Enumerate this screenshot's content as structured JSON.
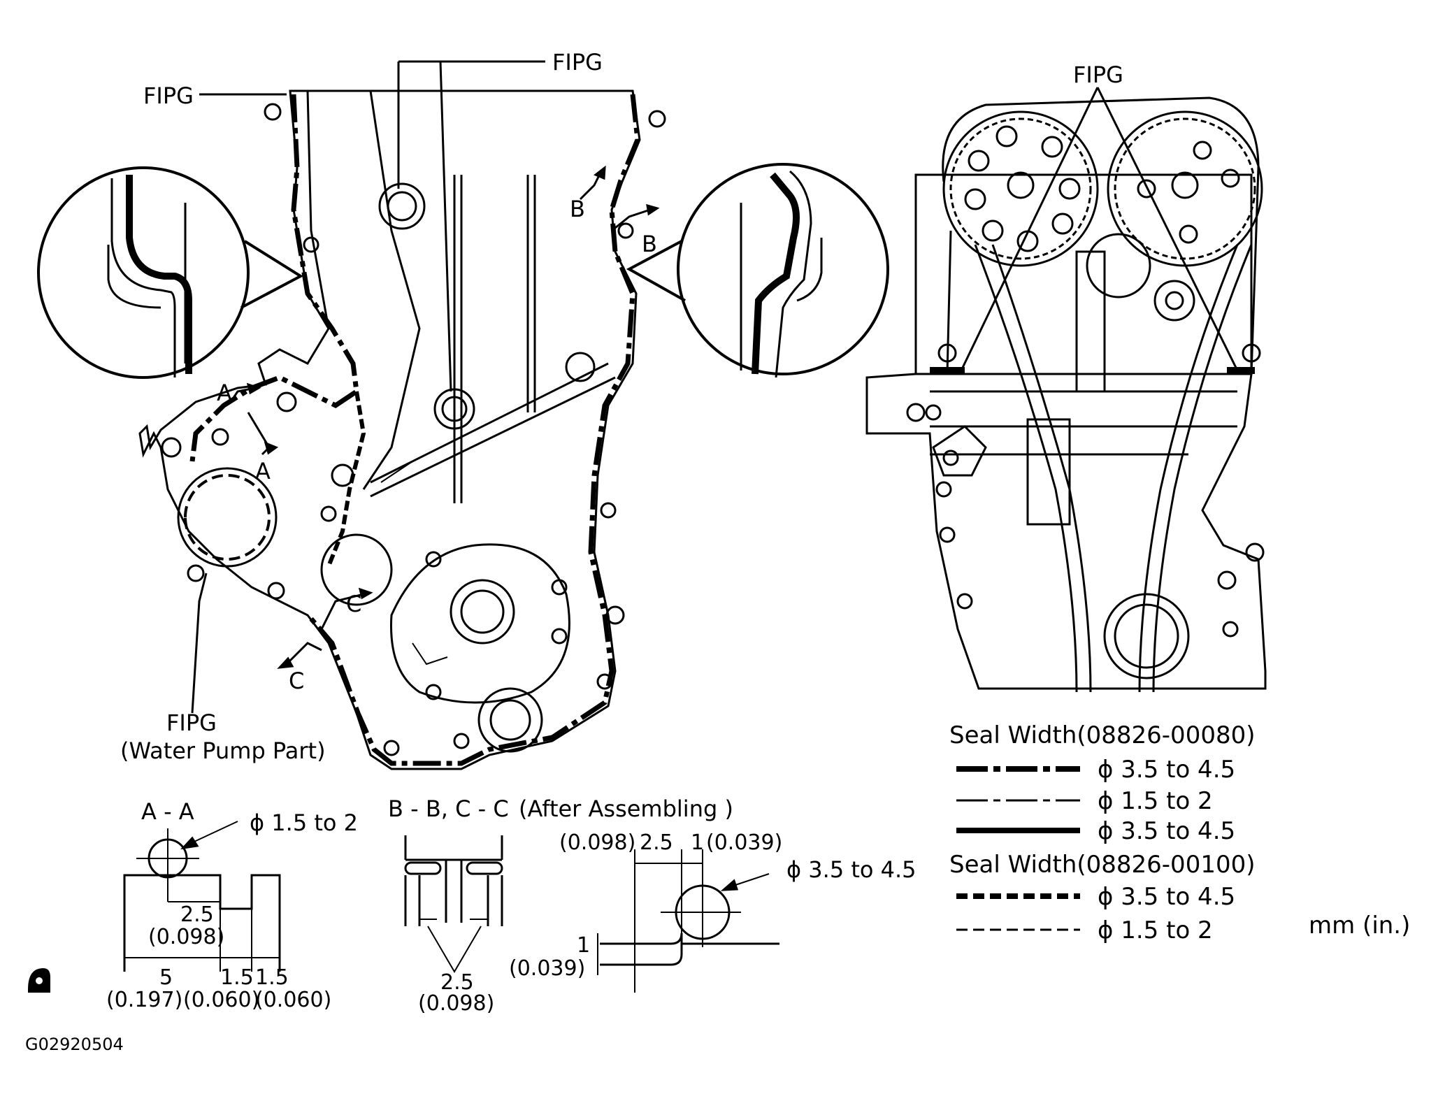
{
  "labels": {
    "fipg_top_center": "FIPG",
    "fipg_top_left": "FIPG",
    "fipg_right_view": "FIPG",
    "fipg_water_pump": "FIPG",
    "water_pump_part": "(Water Pump Part)",
    "marker_a": "A",
    "marker_b": "B",
    "marker_c": "C"
  },
  "sections": {
    "aa_title": "A - A",
    "aa_diameter": "ϕ 1.5 to 2",
    "aa_dim_25": "2.5",
    "aa_dim_25_in": "(0.098)",
    "aa_dim_5": "5",
    "aa_dim_5_in": "(0.197)",
    "aa_dim_15a": "1.5",
    "aa_dim_15a_in": "(0.060)",
    "aa_dim_15b": "1.5",
    "aa_dim_15b_in": "(0.060)",
    "bb_title": "B - B, C - C",
    "bb_note": "(After Assembling )",
    "bb_dim": "2.5",
    "bb_dim_in": "(0.098)",
    "cc_dim_top_in": "(0.098)",
    "cc_dim_top": "2.5",
    "cc_dim_top2": "1",
    "cc_dim_top2_in": "(0.039)",
    "cc_diameter": "ϕ 3.5 to 4.5",
    "cc_dim_side": "1",
    "cc_dim_side_in": "(0.039)"
  },
  "legend": {
    "group1_title": "Seal Width(08826-00080)",
    "group1_items": [
      "ϕ 3.5 to 4.5",
      "ϕ 1.5 to 2",
      "ϕ 3.5 to 4.5"
    ],
    "group2_title": "Seal Width(08826-00100)",
    "group2_items": [
      "ϕ 3.5 to 4.5",
      "ϕ 1.5 to 2"
    ],
    "units": "mm (in.)"
  },
  "figure_id": "G02920504"
}
